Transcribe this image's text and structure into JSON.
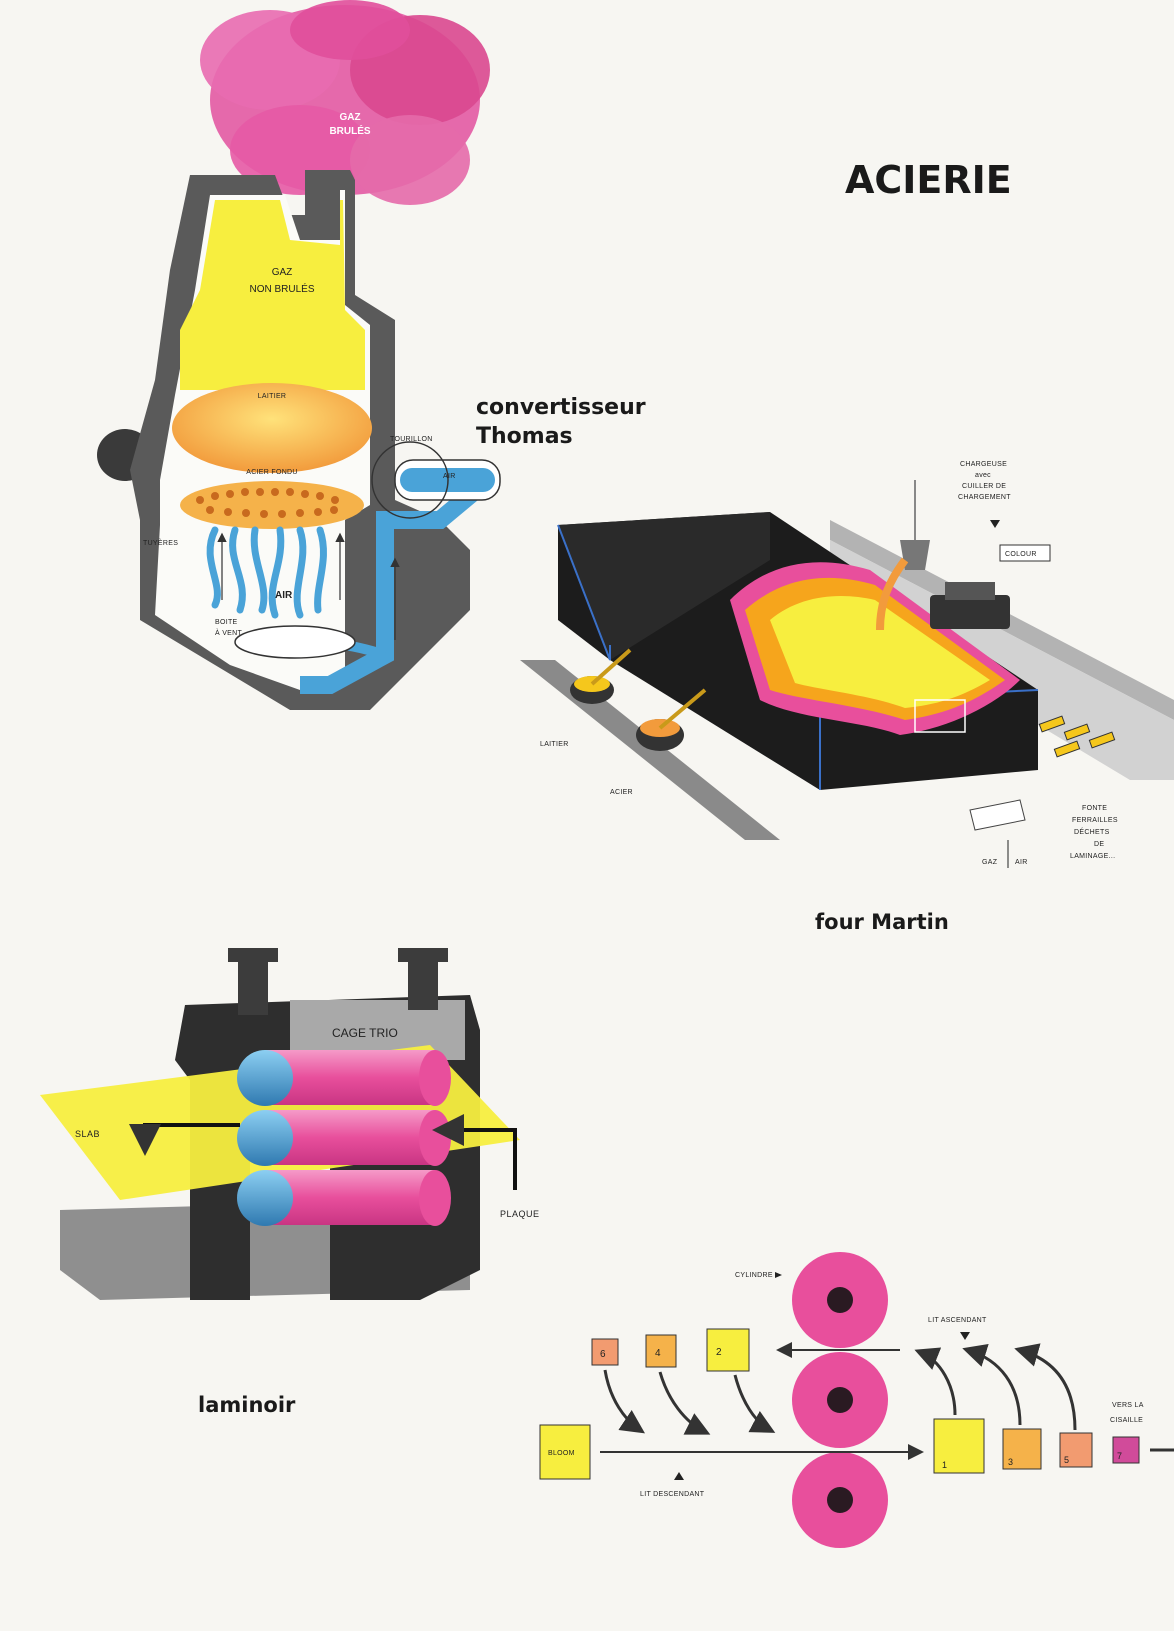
{
  "page_title": "ACIERIE",
  "converter": {
    "name_line1": "convertisseur",
    "name_line2": "Thomas",
    "gaz_brules_1": "GAZ",
    "gaz_brules_2": "BRULÉS",
    "gaz_non_brules_1": "GAZ",
    "gaz_non_brules_2": "NON BRULÉS",
    "laitier": "LAITIER",
    "acier_fondu": "ACIER FONDU",
    "tourillon": "TOURILLON",
    "air": "AIR",
    "tuyeres": "TUYÈRES",
    "air_inside": "AIR",
    "boite_1": "BOITE",
    "boite_2": "À VENT"
  },
  "furnace": {
    "name": "four Martin",
    "chargeuse_1": "CHARGEUSE",
    "chargeuse_2": "avec",
    "chargeuse_3": "CUILLER DE",
    "chargeuse_4": "CHARGEMENT",
    "laitier": "LAITIER",
    "acier": "ACIER",
    "fonte_1": "FONTE",
    "fonte_2": "FERRAILLES",
    "fonte_3": "DÉCHETS",
    "fonte_4": "DE",
    "fonte_5": "LAMINAGE...",
    "gaz": "GAZ",
    "air": "AIR",
    "sign": "COLOUR"
  },
  "mill": {
    "name": "laminoir",
    "cage": "CAGE TRIO",
    "slab": "SLAB",
    "plaque": "PLAQUE"
  },
  "rolling": {
    "cylindre": "CYLINDRE",
    "lit_ascendant": "LIT ASCENDANT",
    "lit_descendant": "LIT DESCENDANT",
    "bloom": "BLOOM",
    "vers_1": "VERS LA",
    "vers_2": "CISAILLE",
    "upper_steps": [
      "6",
      "4",
      "2"
    ],
    "lower_steps": [
      "1",
      "3",
      "5",
      "7"
    ]
  },
  "colors": {
    "pink": "#e84f9c",
    "yellow": "#f5ec3a",
    "orange": "#f29b3c",
    "blue": "#4aa3d8",
    "dark": "#2e2e2e",
    "grey": "#8a8a8a"
  }
}
